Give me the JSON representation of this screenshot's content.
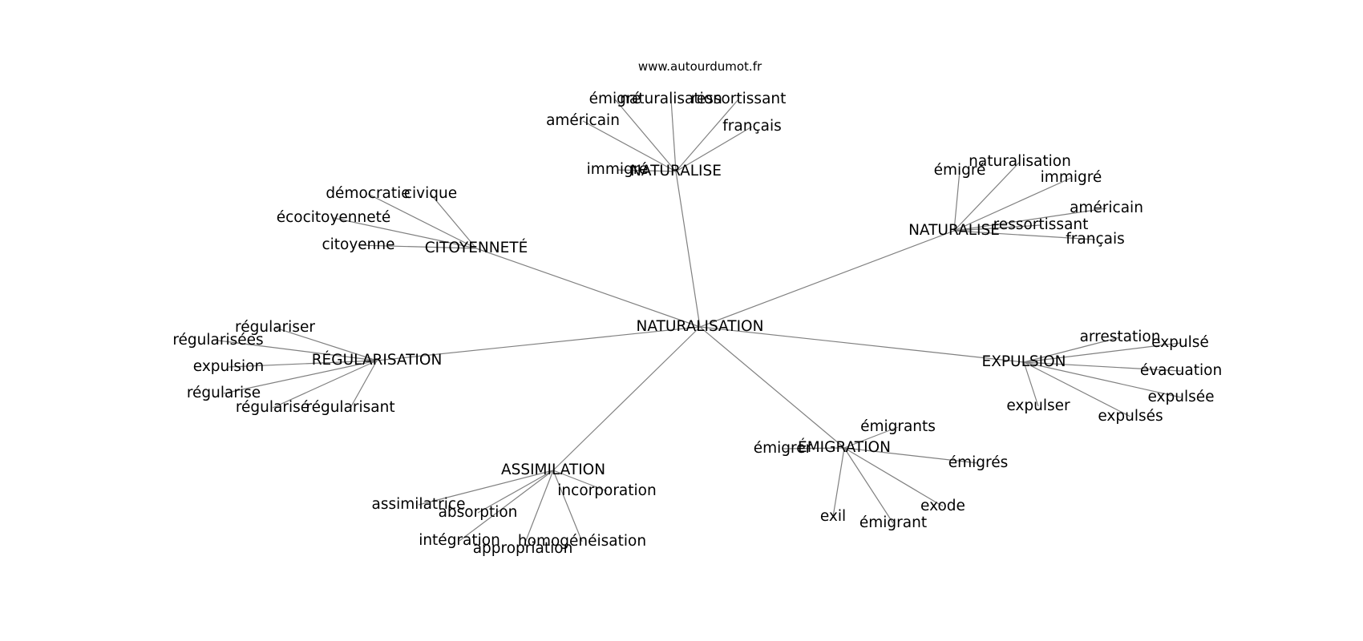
{
  "source": "www.autourdumot.fr",
  "center": "NATURALISATION",
  "clusters": [
    {
      "label": "NATURALISE",
      "terms": [
        "américain",
        "émigré",
        "naturalisation",
        "ressortissant",
        "français",
        "immigré"
      ]
    },
    {
      "label": "NATURALISE",
      "terms": [
        "émigré",
        "naturalisation",
        "immigré",
        "américain",
        "ressortissant",
        "français"
      ]
    },
    {
      "label": "CITOYENNETÉ",
      "terms": [
        "démocratie",
        "civique",
        "écocitoyenneté",
        "citoyenne"
      ]
    },
    {
      "label": "RÉGULARISATION",
      "terms": [
        "régulariser",
        "régularisées",
        "expulsion",
        "régularise",
        "régularisé",
        "régularisant"
      ]
    },
    {
      "label": "EXPULSION",
      "terms": [
        "arrestation",
        "expulsé",
        "évacuation",
        "expulsée",
        "expulsés",
        "expulser"
      ]
    },
    {
      "label": "ÉMIGRATION",
      "terms": [
        "émigrants",
        "émigrer",
        "émigrés",
        "exode",
        "émigrant",
        "exil"
      ]
    },
    {
      "label": "ASSIMILATION",
      "terms": [
        "assimilatrice",
        "absorption",
        "incorporation",
        "intégration",
        "appropriation",
        "homogénéisation"
      ]
    }
  ]
}
